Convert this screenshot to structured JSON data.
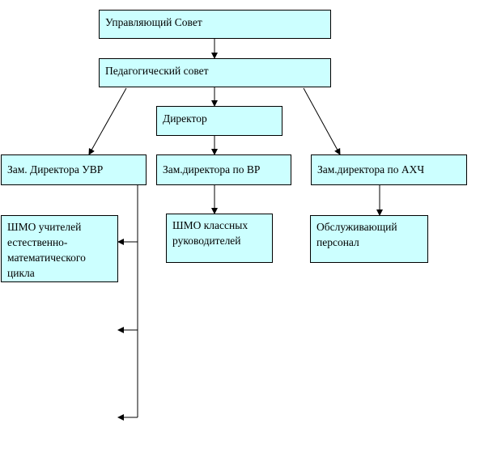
{
  "boxes": {
    "council": "Управляющий Совет",
    "pedagogical_council": "Педагогический совет",
    "director": "Директор",
    "deputy_uvr": "Зам. Директора УВР",
    "deputy_vr": "Зам.директора по ВР",
    "deputy_ahch": "Зам.директора по АХЧ",
    "shmo_teachers": "ШМО учителей\nестественно-\nматематического\nцикла",
    "shmo_class": "ШМО классных\nруководителей",
    "service_staff": "Обслуживающий\nперсонал"
  },
  "colors": {
    "box_fill": "#ccffff",
    "line": "#000000"
  }
}
